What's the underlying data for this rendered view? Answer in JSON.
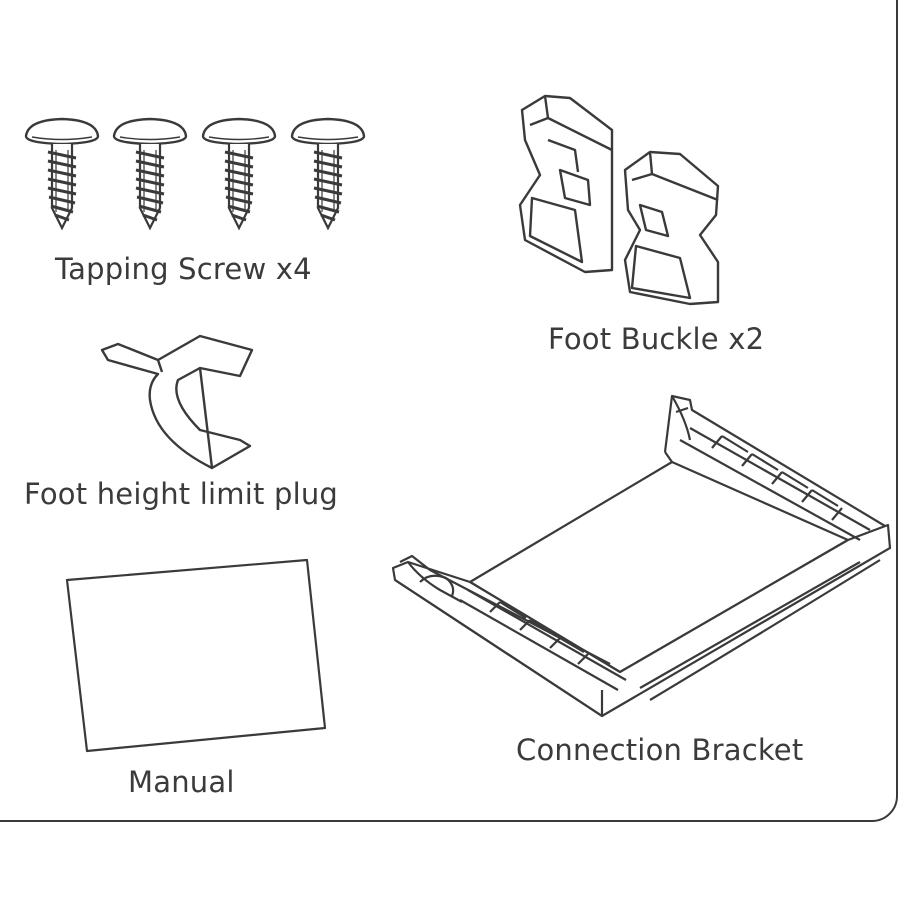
{
  "items": {
    "tapping_screw": {
      "label": "Tapping Screw x4",
      "count": 4
    },
    "foot_buckle": {
      "label": "Foot Buckle x2",
      "count": 2
    },
    "foot_height_limit_plug": {
      "label": "Foot height limit plug"
    },
    "manual": {
      "label": "Manual"
    },
    "connection_bracket": {
      "label": "Connection Bracket"
    }
  },
  "colors": {
    "line": "#3a3a3a",
    "text": "#3b3b3b",
    "background": "#ffffff"
  }
}
